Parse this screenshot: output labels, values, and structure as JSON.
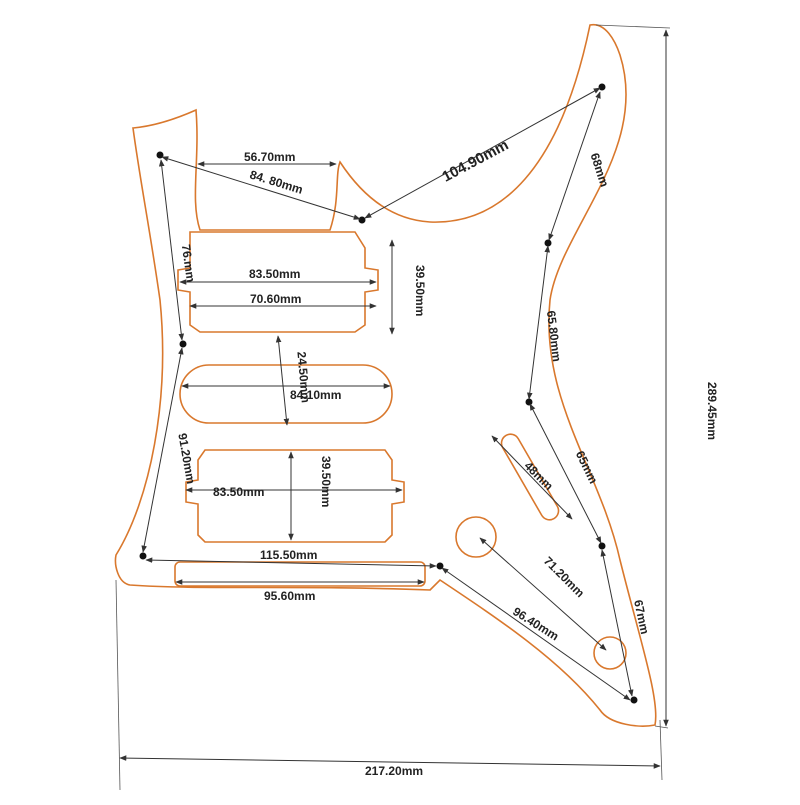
{
  "diagram": {
    "outline_color": "#d9782d",
    "dimension_color": "#333333",
    "labels": {
      "d_56_70": "56.70mm",
      "d_84_80": "84. 80mm",
      "d_104_90": "104.90mm",
      "d_68": "68mm",
      "d_76": "76.mm",
      "d_83_50_top": "83.50mm",
      "d_39_50_top": "39.50mm",
      "d_70_60": "70.60mm",
      "d_24_50": "24.50mm",
      "d_84_10": "84.10mm",
      "d_65_80": "65.80mm",
      "d_91_20": "91.20mm",
      "d_39_50_bot": "39.50mm",
      "d_83_50_bot": "83.50mm",
      "d_48": "48mm",
      "d_65": "65mm",
      "d_115_50": "115.50mm",
      "d_95_60": "95.60mm",
      "d_71_20": "71.20mm",
      "d_67": "67mm",
      "d_96_40": "96.40mm",
      "d_289_45": "289.45mm",
      "d_217_20": "217.20mm"
    }
  }
}
